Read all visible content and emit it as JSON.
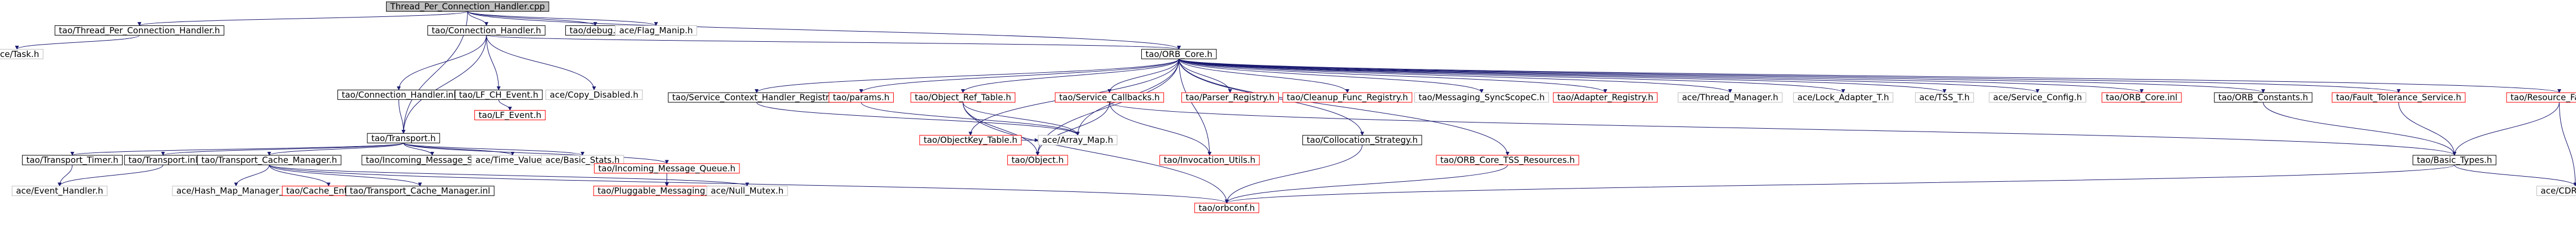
{
  "diagram": {
    "colors": {
      "root_fill": "#bfbfbf",
      "root_border": "#000000",
      "doc_border": "#000000",
      "nodoc_border": "#bfbfbf",
      "missing_border": "#ff0000",
      "edge": "#191970",
      "text": "#000000"
    },
    "nodes": [
      {
        "id": "root",
        "label": "Thread_Per_Connection_Handler.cpp",
        "style": "root"
      },
      {
        "id": "tpch_h",
        "label": "tao/Thread_Per_Connection_Handler.h",
        "style": "doc"
      },
      {
        "id": "ace_task",
        "label": "ace/Task.h",
        "style": "nodoc"
      },
      {
        "id": "conn_h",
        "label": "tao/Connection_Handler.h",
        "style": "doc"
      },
      {
        "id": "debug_h",
        "label": "tao/debug.h",
        "style": "doc"
      },
      {
        "id": "flag_manip",
        "label": "ace/Flag_Manip.h",
        "style": "nodoc"
      },
      {
        "id": "orb_core_h",
        "label": "tao/ORB_Core.h",
        "style": "doc"
      },
      {
        "id": "conn_inl",
        "label": "tao/Connection_Handler.inl",
        "style": "doc"
      },
      {
        "id": "lf_chevent",
        "label": "tao/LF_CH_Event.h",
        "style": "doc"
      },
      {
        "id": "copy_disabled",
        "label": "ace/Copy_Disabled.h",
        "style": "nodoc"
      },
      {
        "id": "lf_event",
        "label": "tao/LF_Event.h",
        "style": "missing"
      },
      {
        "id": "transport_h",
        "label": "tao/Transport.h",
        "style": "doc"
      },
      {
        "id": "transport_timer",
        "label": "tao/Transport_Timer.h",
        "style": "doc"
      },
      {
        "id": "transport_inl",
        "label": "tao/Transport.inl",
        "style": "doc"
      },
      {
        "id": "tcm_h",
        "label": "tao/Transport_Cache_Manager.h",
        "style": "doc"
      },
      {
        "id": "incoming_stack",
        "label": "tao/Incoming_Message_Stack.h",
        "style": "doc"
      },
      {
        "id": "time_value",
        "label": "ace/Time_Value.h",
        "style": "nodoc"
      },
      {
        "id": "basic_stats",
        "label": "ace/Basic_Stats.h",
        "style": "nodoc"
      },
      {
        "id": "incoming_queue",
        "label": "tao/Incoming_Message_Queue.h",
        "style": "missing"
      },
      {
        "id": "event_handler",
        "label": "ace/Event_Handler.h",
        "style": "nodoc"
      },
      {
        "id": "hash_map",
        "label": "ace/Hash_Map_Manager_T.h",
        "style": "nodoc"
      },
      {
        "id": "cache_entries",
        "label": "tao/Cache_Entries.h",
        "style": "missing"
      },
      {
        "id": "tcm_inl",
        "label": "tao/Transport_Cache_Manager.inl",
        "style": "doc"
      },
      {
        "id": "pluggable",
        "label": "tao/Pluggable_Messaging_Utils.h",
        "style": "missing"
      },
      {
        "id": "null_mutex",
        "label": "ace/Null_Mutex.h",
        "style": "nodoc"
      },
      {
        "id": "orbconf",
        "label": "tao/orbconf.h",
        "style": "missing"
      },
      {
        "id": "scr_h",
        "label": "tao/Service_Context_Handler_Registry.h",
        "style": "doc"
      },
      {
        "id": "params_h",
        "label": "tao/params.h",
        "style": "missing"
      },
      {
        "id": "objref_table",
        "label": "tao/Object_Ref_Table.h",
        "style": "missing"
      },
      {
        "id": "svc_callbacks",
        "label": "tao/Service_Callbacks.h",
        "style": "missing"
      },
      {
        "id": "parser_registry",
        "label": "tao/Parser_Registry.h",
        "style": "missing"
      },
      {
        "id": "cleanup_registry",
        "label": "tao/Cleanup_Func_Registry.h",
        "style": "missing"
      },
      {
        "id": "messaging_sync",
        "label": "tao/Messaging_SyncScopeC.h",
        "style": "nodoc"
      },
      {
        "id": "adapter_registry",
        "label": "tao/Adapter_Registry.h",
        "style": "missing"
      },
      {
        "id": "thread_manager",
        "label": "ace/Thread_Manager.h",
        "style": "nodoc"
      },
      {
        "id": "lock_adapter",
        "label": "ace/Lock_Adapter_T.h",
        "style": "nodoc"
      },
      {
        "id": "tss_t",
        "label": "ace/TSS_T.h",
        "style": "nodoc"
      },
      {
        "id": "service_config",
        "label": "ace/Service_Config.h",
        "style": "nodoc"
      },
      {
        "id": "orb_core_inl",
        "label": "tao/ORB_Core.inl",
        "style": "missing"
      },
      {
        "id": "orb_constants",
        "label": "tao/ORB_Constants.h",
        "style": "doc"
      },
      {
        "id": "fault_tolerance",
        "label": "tao/Fault_Tolerance_Service.h",
        "style": "missing"
      },
      {
        "id": "resource_factory",
        "label": "tao/Resource_Factory.h",
        "style": "missing"
      },
      {
        "id": "objectkey_table",
        "label": "tao/ObjectKey_Table.h",
        "style": "missing"
      },
      {
        "id": "array_map",
        "label": "ace/Array_Map.h",
        "style": "nodoc"
      },
      {
        "id": "object_h",
        "label": "tao/Object.h",
        "style": "missing"
      },
      {
        "id": "invocation_utils",
        "label": "tao/Invocation_Utils.h",
        "style": "missing"
      },
      {
        "id": "collocation",
        "label": "tao/Collocation_Strategy.h",
        "style": "doc"
      },
      {
        "id": "orb_core_tss",
        "label": "tao/ORB_Core_TSS_Resources.h",
        "style": "missing"
      },
      {
        "id": "basic_types",
        "label": "tao/Basic_Types.h",
        "style": "doc"
      },
      {
        "id": "cdr_base",
        "label": "ace/CDR_Base.h",
        "style": "nodoc"
      }
    ],
    "edges": [
      [
        "root",
        "tpch_h"
      ],
      [
        "root",
        "conn_h"
      ],
      [
        "root",
        "transport_h"
      ],
      [
        "root",
        "debug_h"
      ],
      [
        "root",
        "flag_manip"
      ],
      [
        "root",
        "orb_core_h"
      ],
      [
        "tpch_h",
        "ace_task"
      ],
      [
        "conn_h",
        "conn_inl"
      ],
      [
        "conn_h",
        "lf_chevent"
      ],
      [
        "conn_h",
        "copy_disabled"
      ],
      [
        "conn_h",
        "orb_core_h"
      ],
      [
        "conn_h",
        "transport_h"
      ],
      [
        "lf_chevent",
        "lf_event"
      ],
      [
        "conn_inl",
        "transport_h"
      ],
      [
        "transport_h",
        "transport_timer"
      ],
      [
        "transport_h",
        "transport_inl"
      ],
      [
        "transport_h",
        "tcm_h"
      ],
      [
        "transport_h",
        "incoming_stack"
      ],
      [
        "transport_h",
        "time_value"
      ],
      [
        "transport_h",
        "basic_stats"
      ],
      [
        "transport_h",
        "incoming_queue"
      ],
      [
        "transport_timer",
        "event_handler"
      ],
      [
        "transport_inl",
        "event_handler"
      ],
      [
        "tcm_h",
        "hash_map"
      ],
      [
        "tcm_h",
        "cache_entries"
      ],
      [
        "tcm_h",
        "tcm_inl"
      ],
      [
        "tcm_h",
        "null_mutex"
      ],
      [
        "tcm_h",
        "orbconf"
      ],
      [
        "incoming_queue",
        "pluggable"
      ],
      [
        "orb_core_h",
        "scr_h"
      ],
      [
        "orb_core_h",
        "params_h"
      ],
      [
        "orb_core_h",
        "objref_table"
      ],
      [
        "orb_core_h",
        "svc_callbacks"
      ],
      [
        "orb_core_h",
        "parser_registry"
      ],
      [
        "orb_core_h",
        "cleanup_registry"
      ],
      [
        "orb_core_h",
        "messaging_sync"
      ],
      [
        "orb_core_h",
        "adapter_registry"
      ],
      [
        "orb_core_h",
        "thread_manager"
      ],
      [
        "orb_core_h",
        "lock_adapter"
      ],
      [
        "orb_core_h",
        "tss_t"
      ],
      [
        "orb_core_h",
        "service_config"
      ],
      [
        "orb_core_h",
        "orb_core_inl"
      ],
      [
        "orb_core_h",
        "orb_constants"
      ],
      [
        "orb_core_h",
        "fault_tolerance"
      ],
      [
        "orb_core_h",
        "resource_factory"
      ],
      [
        "orb_core_h",
        "objectkey_table"
      ],
      [
        "orb_core_h",
        "collocation"
      ],
      [
        "orb_core_h",
        "orb_core_tss"
      ],
      [
        "orb_core_h",
        "array_map"
      ],
      [
        "orb_core_h",
        "object_h"
      ],
      [
        "orb_core_h",
        "invocation_utils"
      ],
      [
        "scr_h",
        "array_map"
      ],
      [
        "params_h",
        "array_map"
      ],
      [
        "objref_table",
        "array_map"
      ],
      [
        "objref_table",
        "object_h"
      ],
      [
        "objref_table",
        "orbconf"
      ],
      [
        "objectkey_table",
        "array_map"
      ],
      [
        "svc_callbacks",
        "object_h"
      ],
      [
        "svc_callbacks",
        "invocation_utils"
      ],
      [
        "svc_callbacks",
        "basic_types"
      ],
      [
        "collocation",
        "orbconf"
      ],
      [
        "orb_core_tss",
        "orbconf"
      ],
      [
        "orb_constants",
        "basic_types"
      ],
      [
        "fault_tolerance",
        "basic_types"
      ],
      [
        "resource_factory",
        "basic_types"
      ],
      [
        "resource_factory",
        "cdr_base"
      ],
      [
        "basic_types",
        "orbconf"
      ],
      [
        "basic_types",
        "cdr_base"
      ]
    ]
  }
}
